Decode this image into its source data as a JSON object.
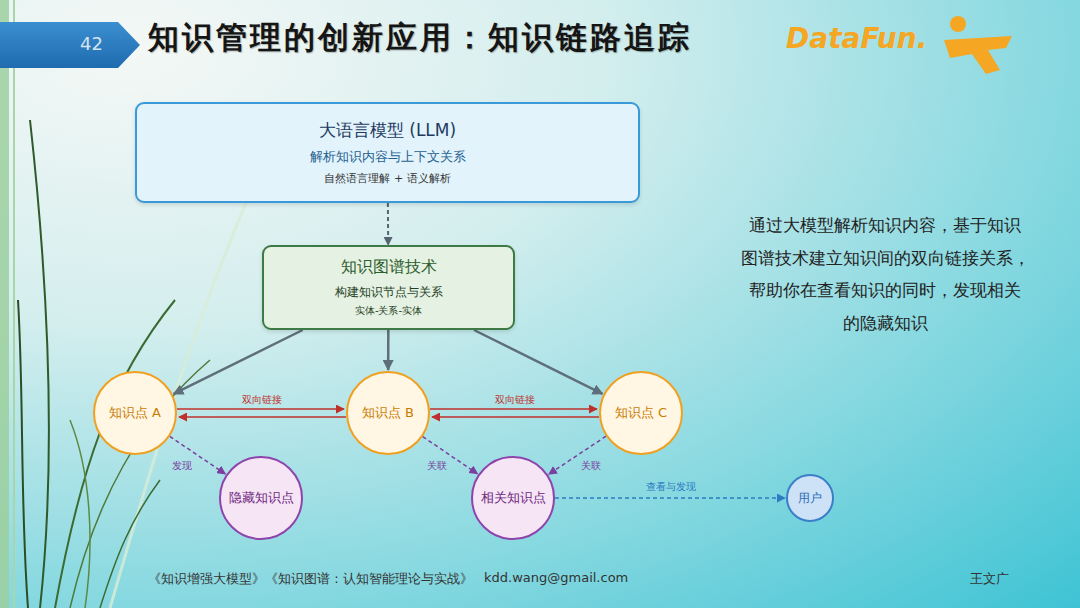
{
  "diagram": {
    "title": "知识管理的创新应用：知识链路追踪",
    "nodes": [
      {
        "text": [
          "大语言模型 (LLM)",
          "解析知识内容与上下文关系",
          "自然语言理解 + 语义解析"
        ]
      },
      {
        "text": [
          "知识图谱技术",
          "构建知识节点与关系",
          "实体-关系-实体"
        ]
      },
      {
        "text": [
          "知识点 A"
        ]
      },
      {
        "text": [
          "知识点 B"
        ]
      },
      {
        "text": [
          "知识点 C"
        ]
      },
      {
        "text": [
          "隐藏知识点"
        ]
      },
      {
        "text": [
          "相关知识点"
        ]
      },
      {
        "text": [
          "用户"
        ]
      }
    ],
    "edges": [
      {
        "from": 0,
        "to": 1,
        "arrow": "to"
      },
      {
        "from": 1,
        "to": 2,
        "arrow": "to"
      },
      {
        "from": 1,
        "to": 3,
        "arrow": "to"
      },
      {
        "from": 1,
        "to": 4,
        "arrow": "to"
      },
      {
        "from": 2,
        "to": 3,
        "label": "双向链接",
        "arrow": "both"
      },
      {
        "from": 3,
        "to": 4,
        "label": "双向链接",
        "arrow": "both"
      },
      {
        "from": 2,
        "to": 5,
        "label": "发现",
        "arrow": "to"
      },
      {
        "from": 3,
        "to": 6,
        "label": "关联",
        "arrow": "to"
      },
      {
        "from": 4,
        "to": 6,
        "label": "关联",
        "arrow": "to"
      },
      {
        "from": 6,
        "to": 7,
        "label": "查看与发现",
        "arrow": "to"
      }
    ],
    "labels": [
      "42",
      "DataFun.",
      "通过大模型解析知识内容，基于知识 图谱技术建立知识间的双向链接关系， 帮助你在查看知识的同时，发现相关 的隐藏知识",
      "《知识增强大模型》《知识图谱：认知智能理论与实战》",
      "kdd.wang@gmail.com",
      "王文广"
    ]
  }
}
